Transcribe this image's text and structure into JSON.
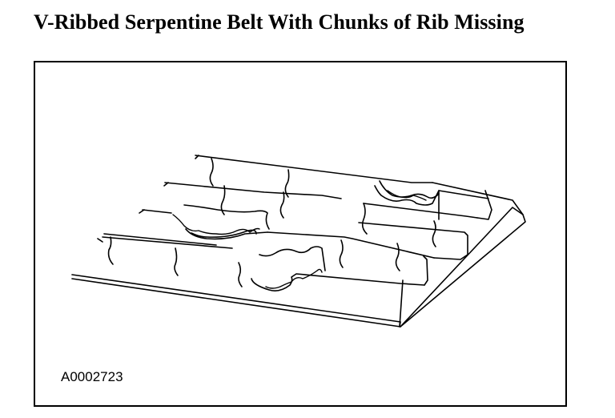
{
  "title": "V-Ribbed Serpentine Belt With Chunks of Rib Missing",
  "figure": {
    "id": "A0002723",
    "icon": "damaged-serpentine-belt-illustration"
  }
}
